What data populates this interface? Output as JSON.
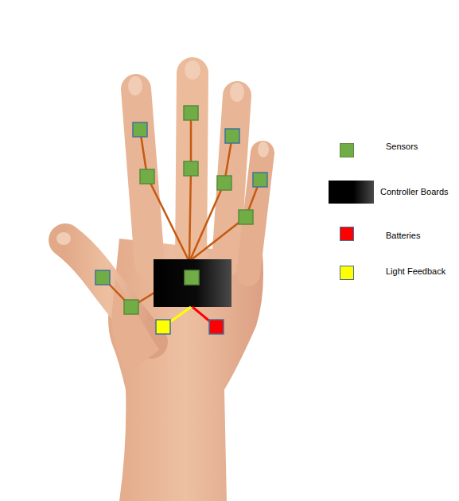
{
  "diagram": {
    "legend": [
      {
        "text": "Sensors",
        "color": "#70ad47"
      },
      {
        "text": "Controller Boards",
        "color": "#000000"
      },
      {
        "text": "Batteries",
        "color": "#ff0000"
      },
      {
        "text": "Light Feedback",
        "color": "#ffff00"
      }
    ]
  }
}
